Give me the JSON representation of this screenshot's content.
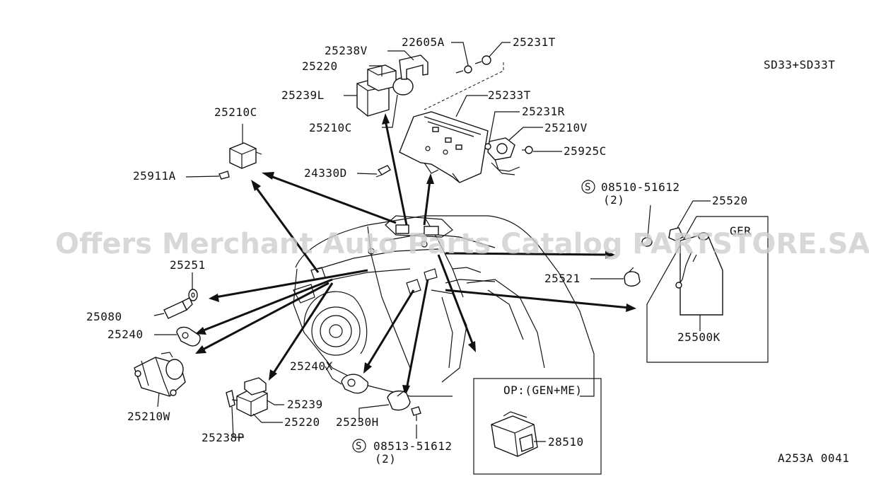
{
  "header": {
    "model_code": "SD33+SD33T"
  },
  "footer": {
    "drawing_id": "A253A 0041"
  },
  "watermark": "Offers Merchant Auto Parts Catalog PARTSTORE.SA",
  "parts": {
    "p25238V": "25238V",
    "p22605A": "22605A",
    "p25231T": "25231T",
    "p25220_top": "25220",
    "p25239L": "25239L",
    "p25233T": "25233T",
    "p25210C_top": "25210C",
    "p25231R": "25231R",
    "p25210V": "25210V",
    "p25925C": "25925C",
    "p25210C_left": "25210C",
    "p25911A": "25911A",
    "p24330D": "24330D",
    "p08510": "08510-51612",
    "p08510_qty": "(2)",
    "p25520": "25520",
    "p25521": "25521",
    "p25500K": "25500K",
    "p25251": "25251",
    "p25080": "25080",
    "p25240": "25240",
    "p25210W": "25210W",
    "p25240X": "25240X",
    "p25239": "25239",
    "p25220_bottom": "25220",
    "p25230H": "25230H",
    "p25238P": "25238P",
    "p08513": "08513-51612",
    "p08513_qty": "(2)",
    "p28510": "28510"
  },
  "callouts": {
    "ger_box": "GER",
    "op_box": "OP:(GEN+ME)",
    "s_symbol": "S"
  }
}
